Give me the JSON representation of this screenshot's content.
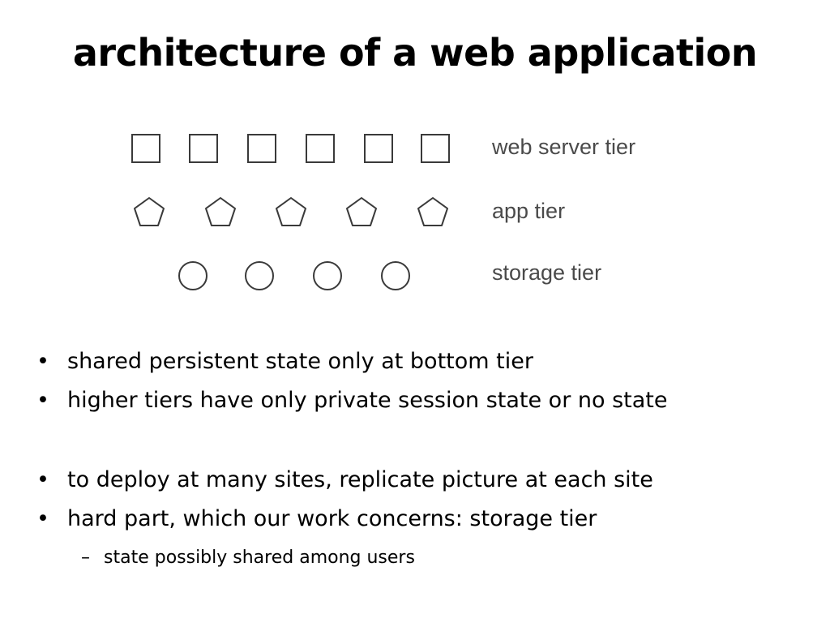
{
  "title": "architecture of a web application",
  "diagram": {
    "tiers": [
      {
        "label": "web server tier",
        "shape": "square",
        "count": 6
      },
      {
        "label": "app tier",
        "shape": "pentagon",
        "count": 5
      },
      {
        "label": "storage tier",
        "shape": "circle",
        "count": 4
      }
    ],
    "stroke_color": "#3a3a3a",
    "label_color": "#4a4a4a"
  },
  "bullets": [
    {
      "marker": "•",
      "text": "shared persistent state only at bottom tier"
    },
    {
      "marker": "•",
      "text": "higher tiers have only private session state or no state"
    },
    {
      "marker": "•",
      "text": "to deploy at many sites, replicate picture at each site"
    },
    {
      "marker": "•",
      "text": "hard part, which our work concerns: storage tier"
    },
    {
      "marker": "–",
      "text": "state possibly shared among users"
    }
  ]
}
